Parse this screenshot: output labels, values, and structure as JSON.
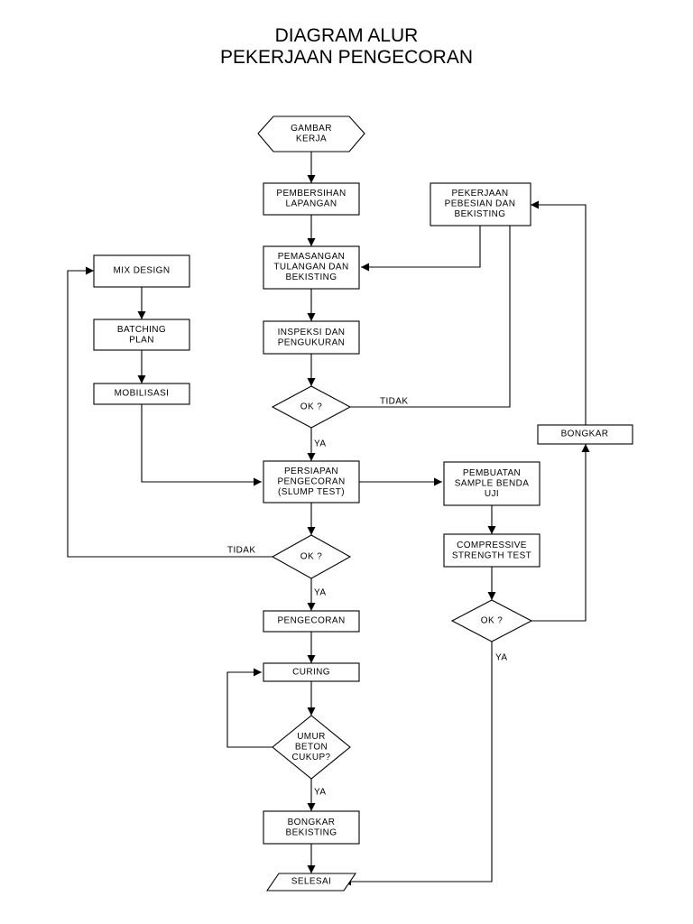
{
  "title": {
    "line1": "DIAGRAM ALUR",
    "line2": "PEKERJAAN PENGECORAN"
  },
  "nodes": {
    "gambar_kerja": [
      "GAMBAR",
      "KERJA"
    ],
    "pembersihan": [
      "PEMBERSIHAN",
      "LAPANGAN"
    ],
    "pekerjaan_pebesian": [
      "PEKERJAAN",
      "PEBESIAN DAN",
      "BEKISTING"
    ],
    "pemasangan": [
      "PEMASANGAN",
      "TULANGAN DAN",
      "BEKISTING"
    ],
    "mix_design": [
      "MIX DESIGN"
    ],
    "batching": [
      "BATCHING",
      "PLAN"
    ],
    "inspeksi": [
      "INSPEKSI DAN",
      "PENGUKURAN"
    ],
    "mobilisasi": [
      "MOBILISASI"
    ],
    "ok1": [
      "OK ?"
    ],
    "persiapan": [
      "PERSIAPAN",
      "PENGECORAN",
      "(SLUMP TEST)"
    ],
    "pembuatan": [
      "PEMBUATAN",
      "SAMPLE BENDA",
      "UJI"
    ],
    "bongkar": [
      "BONGKAR"
    ],
    "ok2": [
      "OK ?"
    ],
    "compressive": [
      "COMPRESSIVE",
      "STRENGTH TEST"
    ],
    "pengecoran": [
      "PENGECORAN"
    ],
    "ok3": [
      "OK ?"
    ],
    "curing": [
      "CURING"
    ],
    "umur": [
      "UMUR",
      "BETON",
      "CUKUP?"
    ],
    "bongkar_bekisting": [
      "BONGKAR",
      "BEKISTING"
    ],
    "selesai": [
      "SELESAI"
    ]
  },
  "edge_labels": {
    "tidak1": "TIDAK",
    "ya1": "YA",
    "tidak2": "TIDAK",
    "ya2": "YA",
    "ya3": "YA",
    "ya4": "YA"
  }
}
